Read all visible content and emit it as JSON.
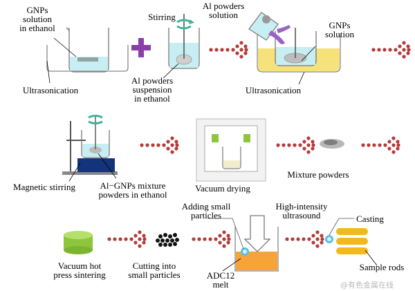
{
  "colors": {
    "arrow": "#b63a3a",
    "plus": "#8a3fa8",
    "solution": "#c7eef2",
    "yellow": "#f6e27a",
    "orange": "#f6a33a",
    "green": "#8cc63e",
    "gold": "#f2b81c",
    "stir": "#3fb39a"
  },
  "labels": {
    "gnps_ethanol_1": "GNPs",
    "gnps_ethanol_2": "solution",
    "gnps_ethanol_3": "in ethanol",
    "ultrasonication_1": "Ultrasonication",
    "stirring": "Stirring",
    "al_suspension_1": "Al powders",
    "al_suspension_2": "suspension",
    "al_suspension_3": "in ethanol",
    "al_solution_1": "Al powders",
    "al_solution_2": "solution",
    "gnps_solution_1": "GNPs",
    "gnps_solution_2": "solution",
    "ultrasonication_2": "Ultrasonication",
    "magnetic_stirring": "Magnetic stirring",
    "mixture_ethanol_1": "Al−GNPs mixture",
    "mixture_ethanol_2": "powders in ethanol",
    "vacuum_drying": "Vacuum drying",
    "mixture_powders": "Mixture powders",
    "adding_1": "Adding small",
    "adding_2": "particles",
    "high_intensity_1": "High-intensity",
    "high_intensity_2": "ultrasound",
    "casting": "Casting",
    "vacuum_hot_1": "Vacuum hot",
    "vacuum_hot_2": "press sintering",
    "cutting_1": "Cutting into",
    "cutting_2": "small particles",
    "adc12_1": "ADC12",
    "adc12_2": "melt",
    "sample_rods": "Sample rods"
  },
  "watermark": "@有色金属在线"
}
